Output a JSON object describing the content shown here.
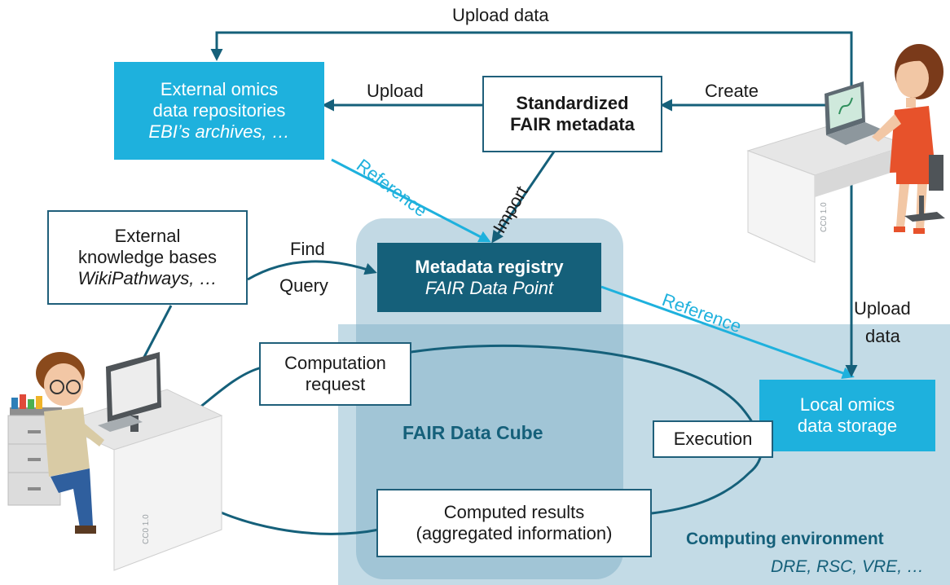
{
  "title_upload_data": "Upload data",
  "external_repos": {
    "line1": "External omics",
    "line2": "data repositories",
    "line3": "EBI’s archives, …"
  },
  "fair_metadata": {
    "line1": "Standardized",
    "line2": "FAIR metadata"
  },
  "knowledge_bases": {
    "line1": "External",
    "line2": "knowledge bases",
    "line3": "WikiPathways, …"
  },
  "metadata_registry": {
    "line1": "Metadata registry",
    "line2": "FAIR Data Point"
  },
  "local_storage": {
    "line1": "Local omics",
    "line2": "data storage"
  },
  "computation_request": {
    "line1": "Computation",
    "line2": "request"
  },
  "execution": "Execution",
  "computed_results": {
    "line1": "Computed results",
    "line2": "(aggregated information)"
  },
  "data_cube_label": "FAIR Data Cube",
  "computing_env": {
    "title": "Computing environment",
    "subtitle": "DRE, RSC, VRE, …"
  },
  "edge_labels": {
    "upload": "Upload",
    "create": "Create",
    "reference_top": "Reference",
    "import": "Import",
    "find": "Find",
    "query": "Query",
    "reference_right": "Reference",
    "upload_data_right_1": "Upload",
    "upload_data_right_2": "data"
  },
  "license_marks": {
    "left": "CC0 1.0",
    "right": "CC0 1.0"
  },
  "colors": {
    "navy": "#15607a",
    "cyan": "#1eb1dd",
    "env_bg": "#c3dbe6",
    "cube_bg": "#9ec6d7"
  }
}
